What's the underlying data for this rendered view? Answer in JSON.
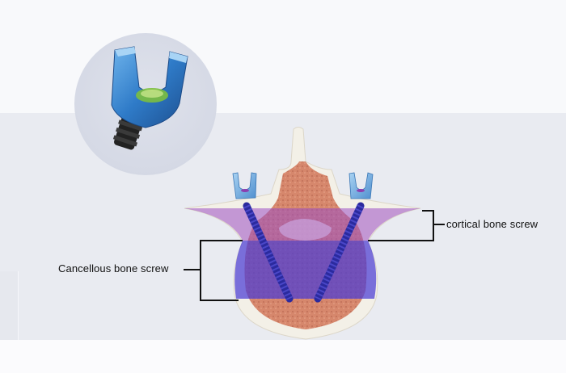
{
  "background": {
    "top_color": "#f8f9fb",
    "middle_band_color": "#e9ebf1",
    "bottom_color": "#fbfbfd"
  },
  "inset": {
    "subject": "pedicle-screw-head-closeup",
    "circle_color": "#d5d9e5",
    "screw_head_color": "#2f6fb6",
    "insert_color": "#8bc34a",
    "shaft_color": "#222222"
  },
  "vertebra": {
    "cortical_shell_color": "#f2efe6",
    "cancellous_color": "#d98a6e",
    "cortical_zone_overlay": "#9b59b6",
    "cancellous_zone_overlay": "#3f3fd0",
    "screw_color": "#6aa7de"
  },
  "labels": {
    "cortical": "cortical bone screw",
    "cancellous": "Cancellous bone screw"
  },
  "brackets": {
    "line_color": "#111111"
  }
}
